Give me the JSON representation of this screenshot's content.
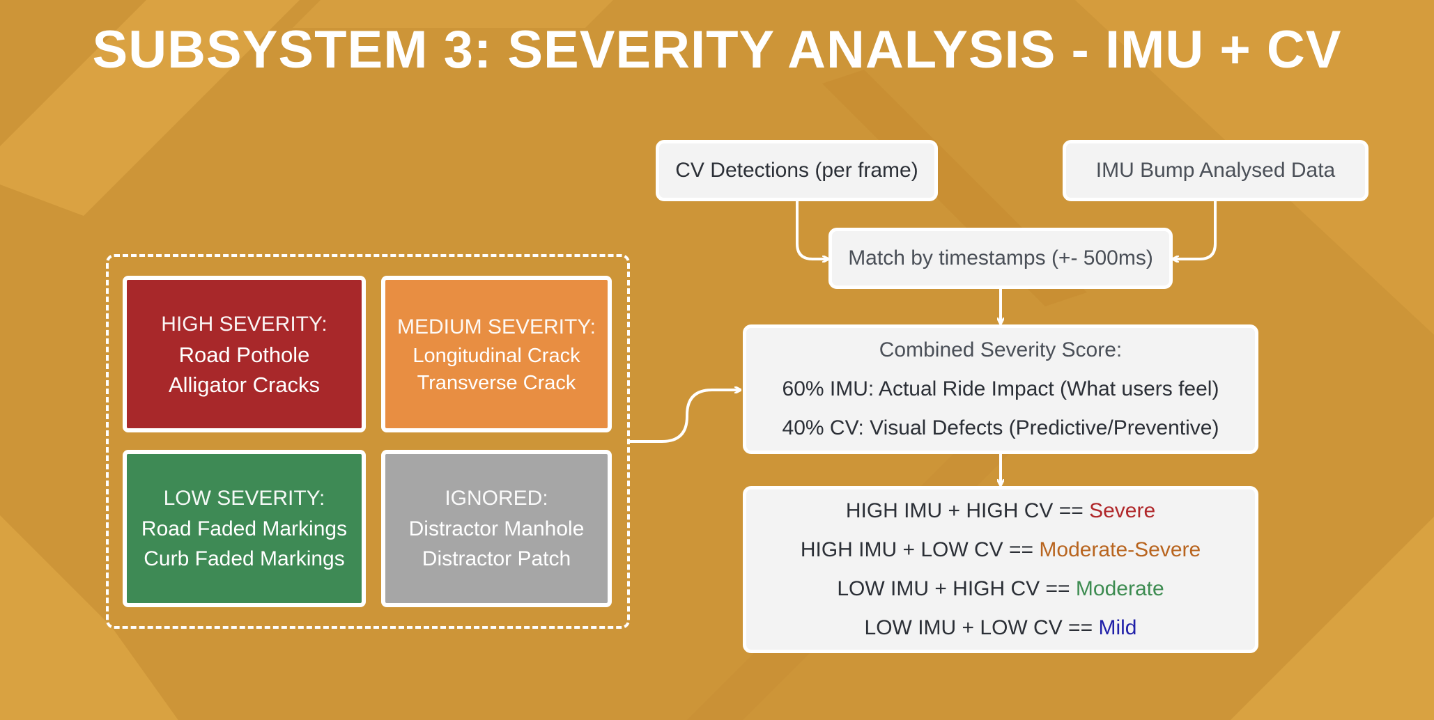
{
  "title": "SUBSYSTEM 3: SEVERITY ANALYSIS - IMU + CV",
  "colors": {
    "background": "#CD9538",
    "high": "#A8282A",
    "medium": "#E88E42",
    "low": "#3E8A55",
    "ignored": "#A6A6A6",
    "severe": "#B0272A",
    "moderate_severe": "#B8641E",
    "moderate": "#3C8B50",
    "mild": "#1F1FA8"
  },
  "inputs": {
    "cv": "CV Detections (per frame)",
    "imu": "IMU Bump Analysed Data"
  },
  "match": "Match by timestamps (+- 500ms)",
  "combined": {
    "heading": "Combined Severity Score:",
    "imu_line": "60% IMU: Actual Ride Impact (What users feel)",
    "cv_line": "40% CV: Visual Defects (Predictive/Preventive)"
  },
  "severity": {
    "high": {
      "heading": "HIGH SEVERITY:",
      "items": [
        "Road Pothole",
        "Alligator Cracks"
      ]
    },
    "medium": {
      "heading": "MEDIUM SEVERITY:",
      "items": [
        "Longitudinal Crack",
        "Transverse Crack"
      ]
    },
    "low": {
      "heading": "LOW SEVERITY:",
      "items": [
        "Road Faded Markings",
        "Curb Faded Markings"
      ]
    },
    "ignored": {
      "heading": "IGNORED:",
      "items": [
        "Distractor Manhole",
        "Distractor Patch"
      ]
    }
  },
  "rules": [
    {
      "condition": "HIGH IMU + HIGH CV ==",
      "result": "Severe"
    },
    {
      "condition": "HIGH IMU + LOW CV ==",
      "result": "Moderate-Severe"
    },
    {
      "condition": "LOW IMU + HIGH CV ==",
      "result": "Moderate"
    },
    {
      "condition": "LOW IMU + LOW CV ==",
      "result": "Mild"
    }
  ]
}
